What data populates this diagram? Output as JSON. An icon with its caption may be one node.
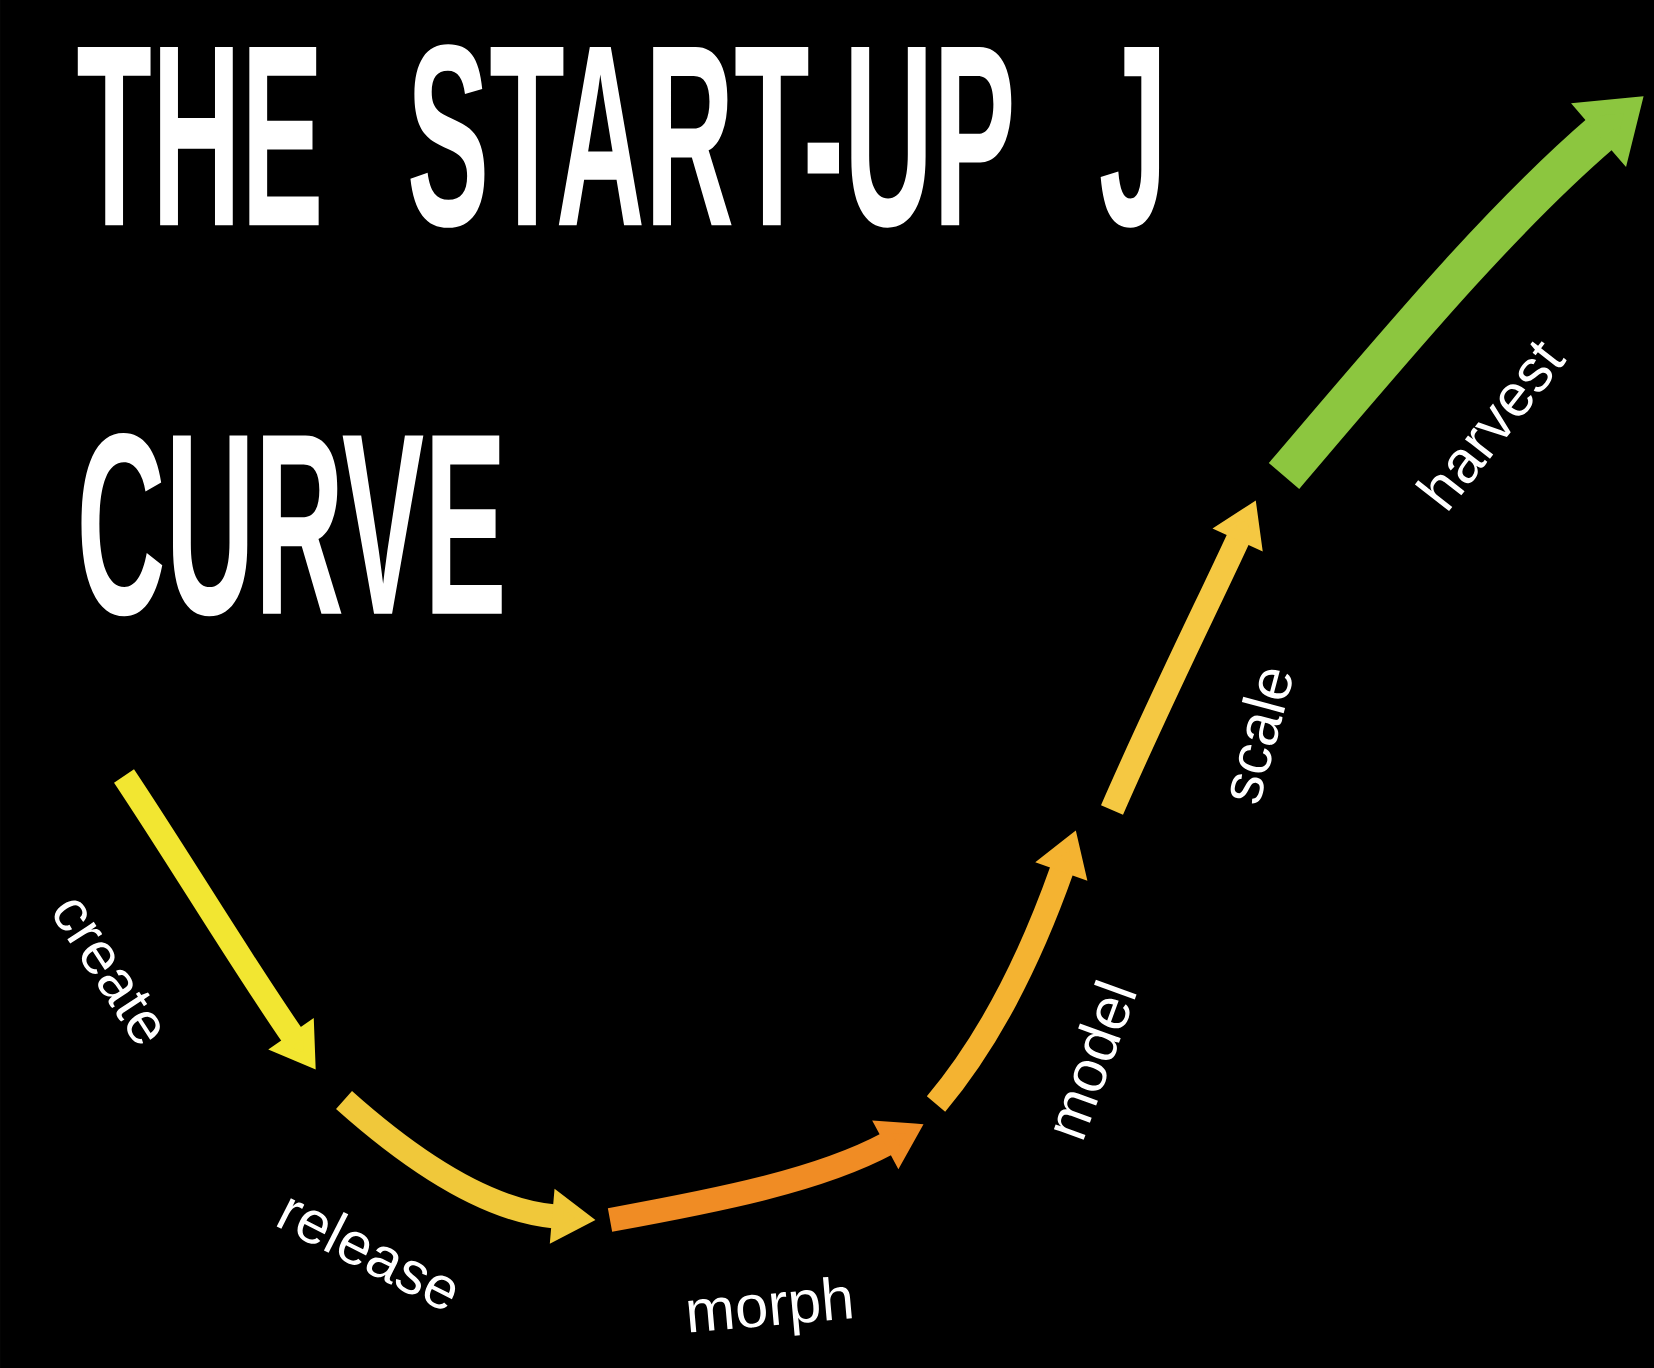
{
  "diagram": {
    "title": "THE START-UP J CURVE",
    "labels": [
      "create",
      "release",
      "morph",
      "model",
      "scale",
      "harvest"
    ]
  }
}
